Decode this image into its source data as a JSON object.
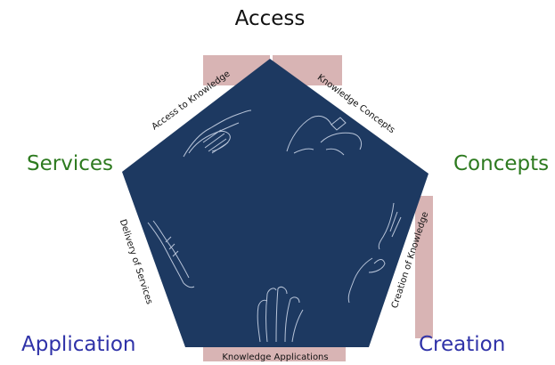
{
  "corners": {
    "access": "Access",
    "services": "Services",
    "concepts": "Concepts",
    "application": "Application",
    "creation": "Creation"
  },
  "edges": {
    "top_left": "Access to Knowledge",
    "top_right": "Knowledge Concepts",
    "right": "Creation of Knowledge",
    "bottom": "Knowledge Applications",
    "left": "Delivery of Services"
  },
  "colors": {
    "pentagon_fill": "#1d3961",
    "edge_band": "#d8b4b4",
    "services_concepts": "#2d7a1f",
    "application_creation": "#2f32a8",
    "access": "#111111",
    "sketch_lines": "#c9d4e6"
  }
}
